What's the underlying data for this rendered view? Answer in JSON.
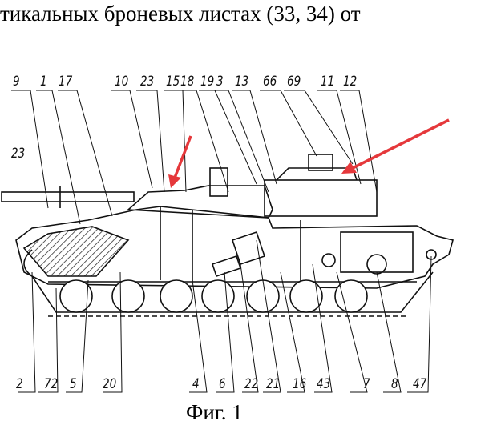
{
  "top_text": "тикальных броневых листах (33, 34) от",
  "caption": "Фиг. 1",
  "labels_top": [
    "9",
    "1",
    "17",
    "10",
    "23",
    "15",
    "18",
    "19",
    "3",
    "13",
    "66",
    "69",
    "11",
    "12"
  ],
  "label_left": "23",
  "labels_bottom": [
    "2",
    "72",
    "5",
    "20",
    "4",
    "6",
    "22",
    "21",
    "16",
    "43",
    "7",
    "8",
    "47"
  ],
  "arrow_color": "#e5383b"
}
